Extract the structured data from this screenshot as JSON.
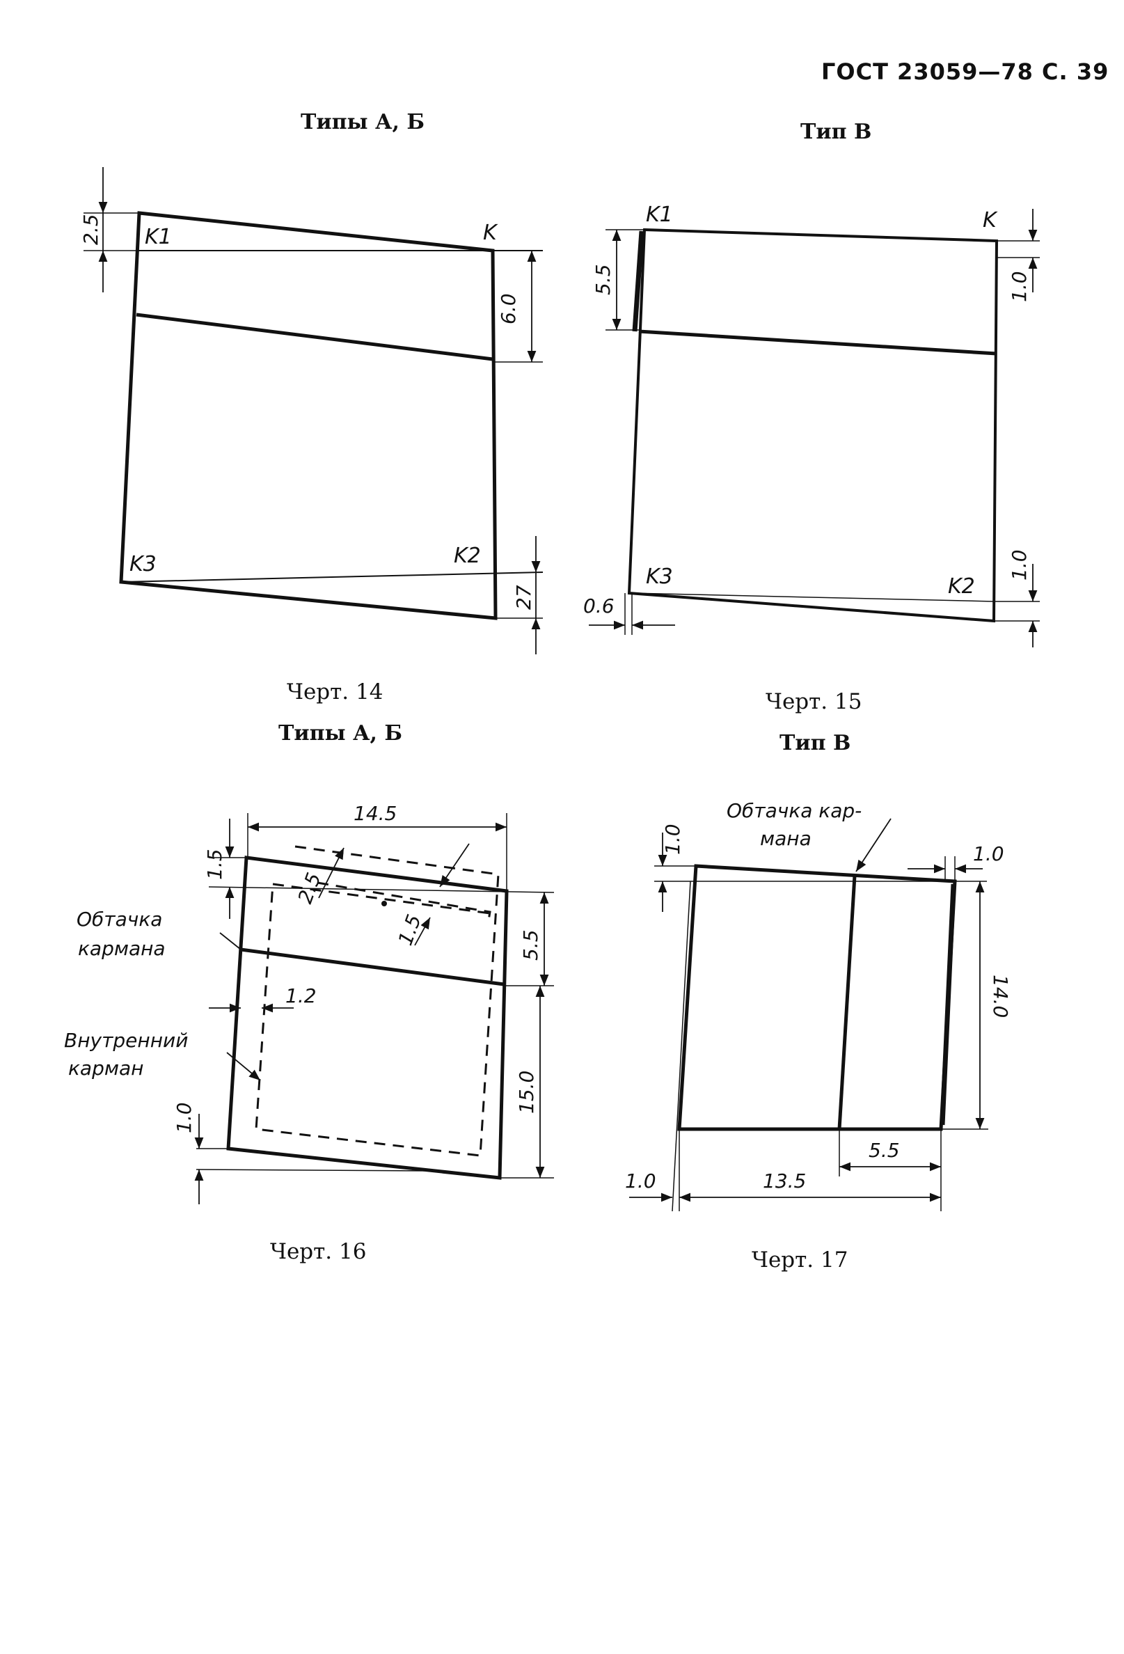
{
  "header": "ГОСТ 23059—78 С. 39",
  "fig14": {
    "type_label": "Типы А, Б",
    "caption": "Черт. 14",
    "points": [
      "K1",
      "K",
      "K3",
      "K2"
    ],
    "dims": [
      "2.5",
      "6.0",
      "27"
    ]
  },
  "fig15": {
    "type_label": "Тип В",
    "caption": "Черт. 15",
    "points": [
      "K1",
      "K",
      "K3",
      "K2"
    ],
    "dims": [
      "5.5",
      "1.0",
      "1.0",
      "0.6"
    ]
  },
  "fig16": {
    "type_label": "Типы А, Б",
    "caption": "Черт. 16",
    "dims": [
      "14.5",
      "1.5",
      "2.5",
      "1.5",
      "5.5",
      "1.2",
      "15.0",
      "1.0"
    ],
    "notes": {
      "facing_line1": "Обтачка",
      "facing_line2": "кармана",
      "inner_line1": "Внутренний",
      "inner_line2": "карман"
    }
  },
  "fig17": {
    "type_label": "Тип В",
    "caption": "Черт. 17",
    "dims": [
      "1.0",
      "1.0",
      "14.0",
      "5.5",
      "1.0",
      "13.5"
    ],
    "notes": {
      "facing_line1": "Обтачка кар-",
      "facing_line2": "мана"
    }
  }
}
